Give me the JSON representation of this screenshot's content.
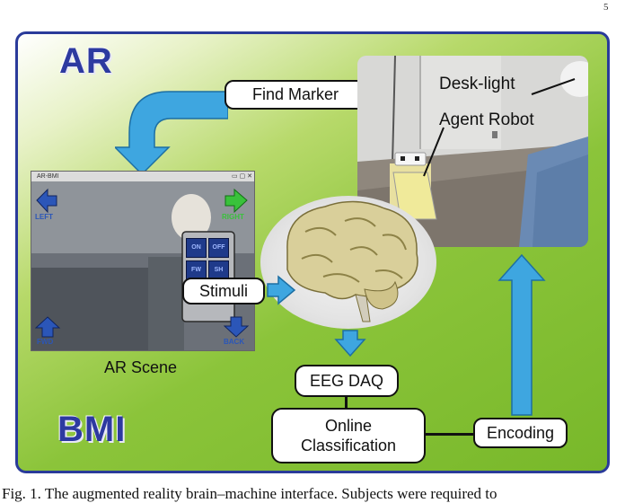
{
  "page_number": "5",
  "panel": {
    "ar_heading": "AR",
    "bmi_heading": "BMI"
  },
  "labels": {
    "find_marker": "Find Marker",
    "desk_light": "Desk-light",
    "agent_robot": "Agent Robot",
    "stimuli": "Stimuli",
    "ar_scene": "AR Scene",
    "eeg_daq": "EEG DAQ",
    "online_classification_line1": "Online",
    "online_classification_line2": "Classification",
    "encoding": "Encoding"
  },
  "ar_window": {
    "title": "AR-BMI",
    "buttons": {
      "left": "LEFT",
      "right": "RIGHT",
      "fwd": "FWD",
      "back": "BACK",
      "on": "ON",
      "off": "OFF",
      "fw": "FW",
      "sh": "SH"
    }
  },
  "caption": "Fig. 1. The augmented reality brain–machine interface. Subjects were required to",
  "colors": {
    "panel_border": "#2a3b9a",
    "heading": "#2d3aa0",
    "arrow_fill": "#3ea6e0",
    "arrow_stroke": "#1d6fa3",
    "green_button": "#39c23b",
    "blue_button": "#2b56b8"
  }
}
